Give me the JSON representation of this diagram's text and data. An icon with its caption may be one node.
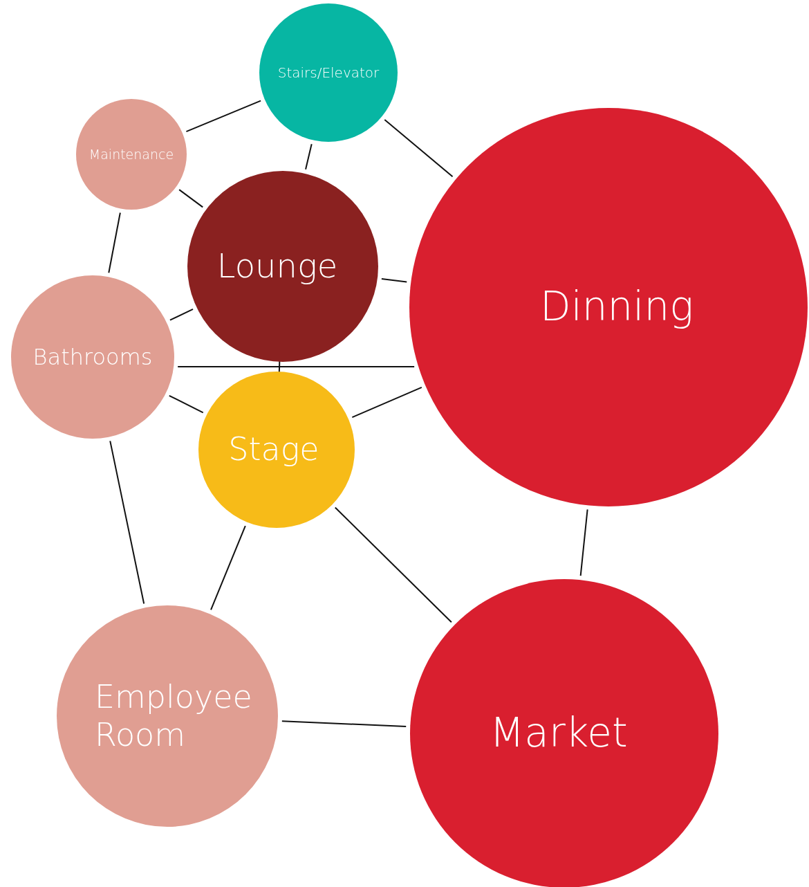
{
  "diagram": {
    "nodes": [
      {
        "text": [
          "Stairs/Elevator"
        ]
      },
      {
        "text": [
          "Maintenance"
        ]
      },
      {
        "text": [
          "Lounge"
        ]
      },
      {
        "text": [
          "Dinning"
        ]
      },
      {
        "text": [
          "Bathrooms"
        ]
      },
      {
        "text": [
          "Stage"
        ]
      },
      {
        "text": [
          "Employee Room"
        ]
      },
      {
        "text": [
          "Market"
        ]
      }
    ],
    "edges": [
      {
        "from": 1,
        "to": 0,
        "arrow": "none"
      },
      {
        "from": 0,
        "to": 2,
        "arrow": "none"
      },
      {
        "from": 0,
        "to": 3,
        "arrow": "none"
      },
      {
        "from": 1,
        "to": 2,
        "arrow": "none"
      },
      {
        "from": 1,
        "to": 4,
        "arrow": "none"
      },
      {
        "from": 2,
        "to": 3,
        "arrow": "none"
      },
      {
        "from": 4,
        "to": 2,
        "arrow": "none"
      },
      {
        "from": 4,
        "to": 3,
        "arrow": "none"
      },
      {
        "from": 2,
        "to": 5,
        "arrow": "none"
      },
      {
        "from": 4,
        "to": 5,
        "arrow": "none"
      },
      {
        "from": 5,
        "to": 3,
        "arrow": "none"
      },
      {
        "from": 4,
        "to": 6,
        "arrow": "none"
      },
      {
        "from": 5,
        "to": 6,
        "arrow": "none"
      },
      {
        "from": 5,
        "to": 7,
        "arrow": "none"
      },
      {
        "from": 3,
        "to": 7,
        "arrow": "none"
      },
      {
        "from": 6,
        "to": 7,
        "arrow": "none"
      }
    ]
  }
}
